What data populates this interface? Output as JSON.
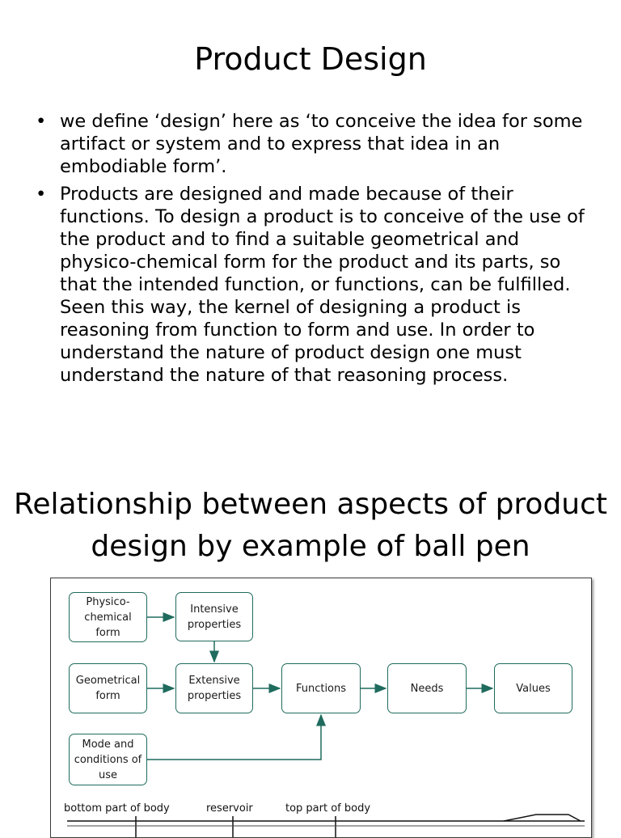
{
  "slide1": {
    "title": "Product Design",
    "bullets": [
      "we define ‘design’ here as ‘to conceive the idea for some artifact or system and to express that idea in an embodiable form’.",
      "Products are designed and made because of their functions. To design a product is to conceive of the use of the product and to find a suitable geometrical and physico-chemical form for the product and its parts, so that the intended function, or functions, can be fulfilled. Seen this way, the kernel of designing a product is reasoning from function to form and use. In order to understand the nature of product design one must understand the nature of that reasoning process."
    ],
    "bullet_glyph": "•"
  },
  "slide2": {
    "title": "Relationship between aspects of product design by example of ball pen",
    "diagram": {
      "boxes": {
        "physico_chemical": "Physico-chemical form",
        "intensive": "Intensive properties",
        "geometrical": "Geometrical form",
        "extensive": "Extensive properties",
        "functions": "Functions",
        "needs": "Needs",
        "values": "Values",
        "mode": "Mode and conditions of use"
      },
      "pen_labels": {
        "bottom": "bottom part of body",
        "reservoir": "reservoir",
        "top": "top part of body"
      },
      "accent_color": "#1f6b5d"
    }
  }
}
